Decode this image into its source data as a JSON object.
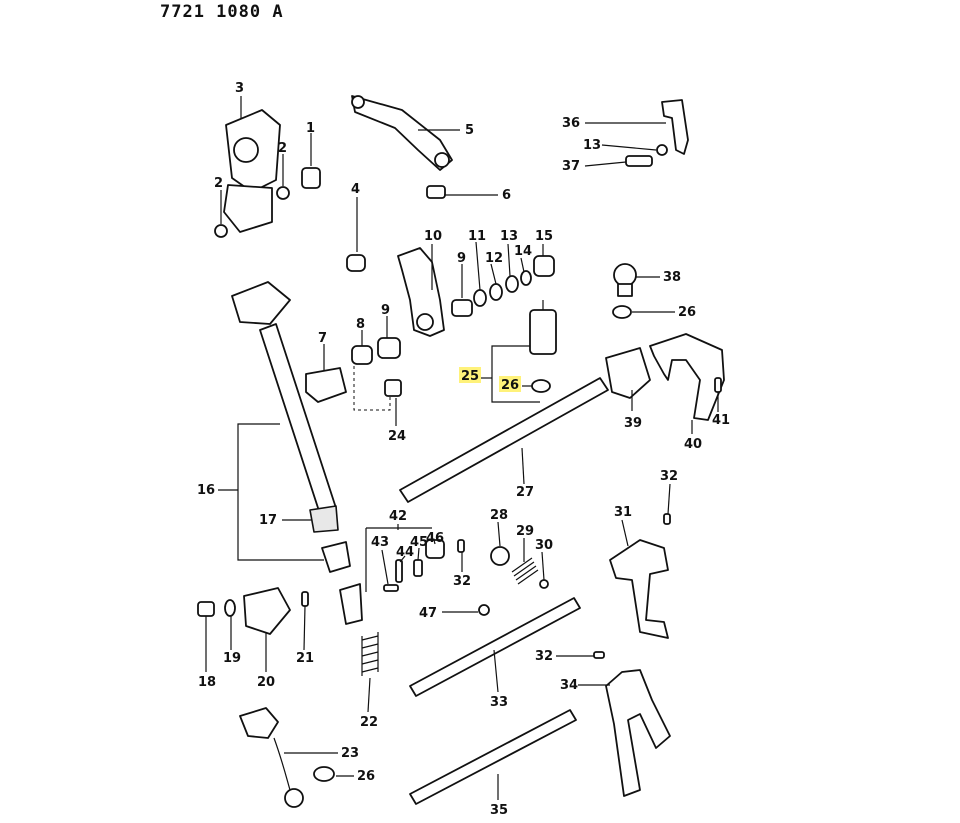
{
  "diagram_code": "7721 1080 A",
  "highlight_color": "#fff27a",
  "callouts": [
    "1",
    "2",
    "3",
    "4",
    "5",
    "6",
    "7",
    "8",
    "9",
    "10",
    "11",
    "12",
    "13",
    "14",
    "15",
    "16",
    "17",
    "18",
    "19",
    "20",
    "21",
    "22",
    "23",
    "24",
    "25",
    "26",
    "27",
    "28",
    "29",
    "30",
    "31",
    "32",
    "33",
    "34",
    "35",
    "36",
    "37",
    "38",
    "39",
    "40",
    "41",
    "42",
    "43",
    "44",
    "45",
    "46",
    "47"
  ],
  "highlighted_callouts": [
    "25",
    "26"
  ],
  "labels": {
    "l1": "1",
    "l2a": "2",
    "l2b": "2",
    "l3": "3",
    "l4": "4",
    "l5": "5",
    "l6": "6",
    "l7": "7",
    "l8": "8",
    "l9a": "9",
    "l9b": "9",
    "l10": "10",
    "l11": "11",
    "l12": "12",
    "l13a": "13",
    "l13b": "13",
    "l14": "14",
    "l15": "15",
    "l16": "16",
    "l17": "17",
    "l18": "18",
    "l19": "19",
    "l20": "20",
    "l21": "21",
    "l22": "22",
    "l23": "23",
    "l24": "24",
    "l25": "25",
    "l26a": "26",
    "l26b": "26",
    "l26c": "26",
    "l27": "27",
    "l28": "28",
    "l29": "29",
    "l30": "30",
    "l31": "31",
    "l32a": "32",
    "l32b": "32",
    "l32c": "32",
    "l33": "33",
    "l34": "34",
    "l35": "35",
    "l36": "36",
    "l37": "37",
    "l38": "38",
    "l39": "39",
    "l40": "40",
    "l41": "41",
    "l42": "42",
    "l43": "43",
    "l44": "44",
    "l45": "45",
    "l46": "46",
    "l47": "47"
  }
}
